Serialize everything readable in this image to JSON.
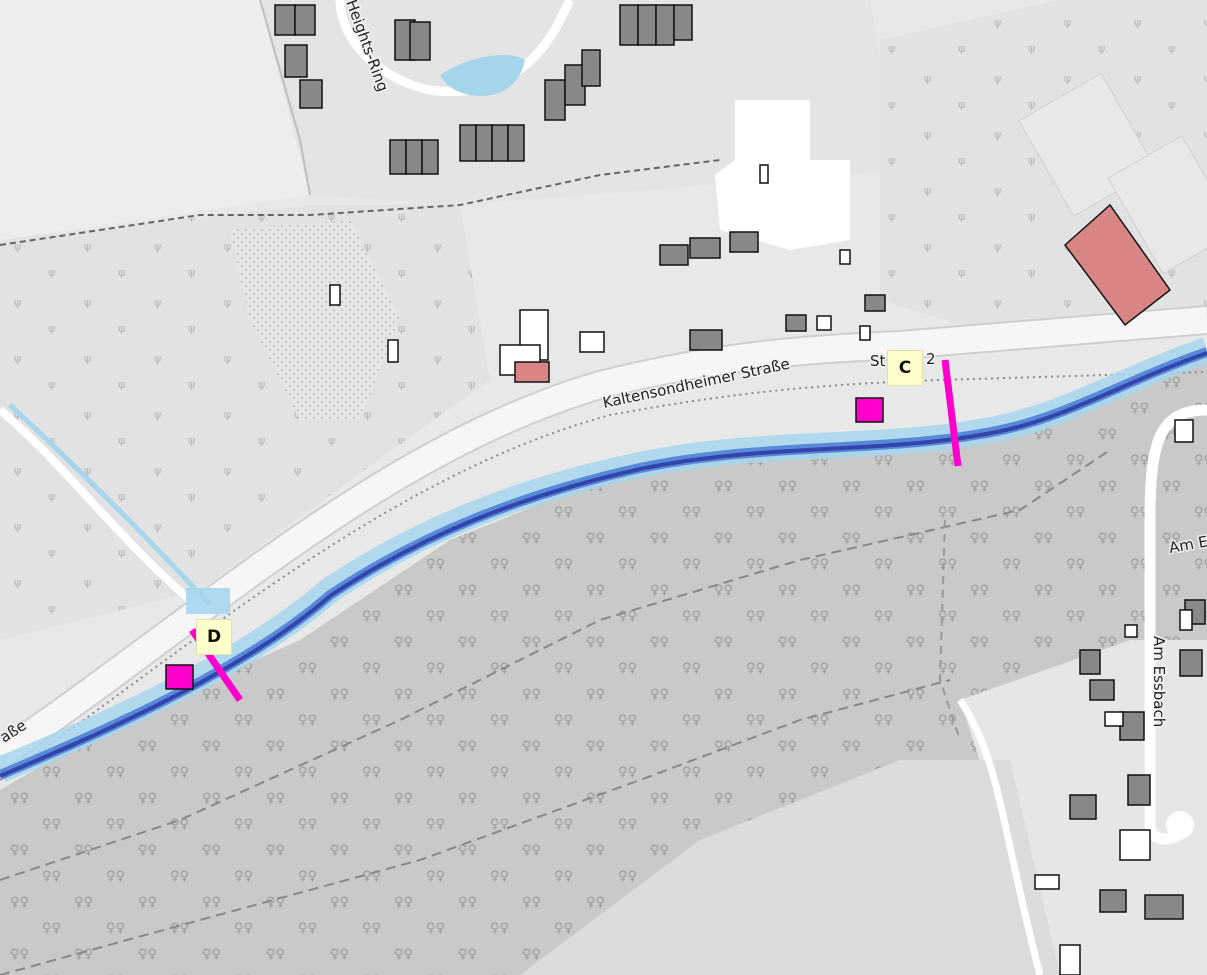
{
  "map": {
    "colors": {
      "background": "#e8e8e8",
      "woods": "#c8c8c8",
      "residential": "#e0e0e0",
      "road": "#f4f4f4",
      "building": "#888888",
      "highlight_building": "#d98585",
      "water_dark": "#3344aa",
      "water_mid": "#4f7fd6",
      "water_light": "#a6d6ee",
      "marker_magenta": "#ff00cc",
      "label_bg": "#ffffcc"
    },
    "labels": {
      "heights_ring": "Heights-Ring",
      "kaltensondheimer": "Kaltensondheimer Straße",
      "st2": "St",
      "st2_num": "2",
      "strasse_fragment": "aße",
      "am_essbach": "Am Essbach",
      "am_fragment": "Am E"
    },
    "markers": [
      {
        "id": "C",
        "label": "C"
      },
      {
        "id": "D",
        "label": "D"
      }
    ]
  }
}
